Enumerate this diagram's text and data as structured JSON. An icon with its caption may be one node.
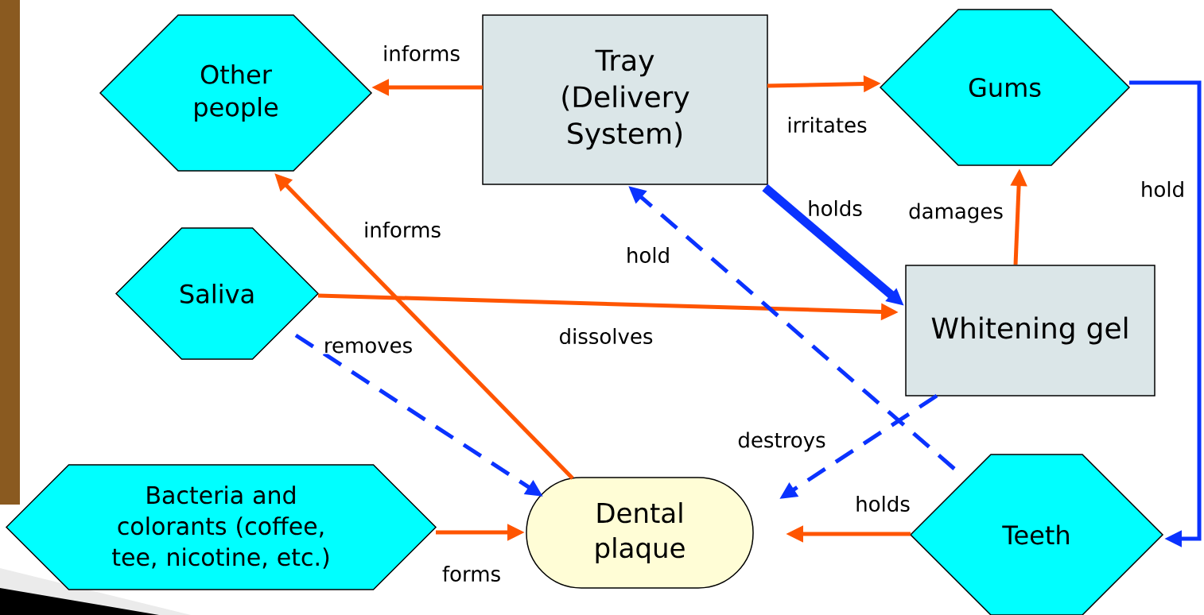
{
  "diagram": {
    "nodes": [
      {
        "text": [
          "Other people"
        ]
      },
      {
        "text": [
          "Tray (Delivery System)"
        ]
      },
      {
        "text": [
          "Gums"
        ]
      },
      {
        "text": [
          "Saliva"
        ]
      },
      {
        "text": [
          "Whitening gel"
        ]
      },
      {
        "text": [
          "Bacteria and colorants (coffee, tee, nicotine, etc.)"
        ]
      },
      {
        "text": [
          "Dental plaque"
        ]
      },
      {
        "text": [
          "Teeth"
        ]
      }
    ],
    "edges": [
      {
        "from": 1,
        "to": 0,
        "arrow": "to",
        "label": "informs"
      },
      {
        "from": 1,
        "to": 2,
        "arrow": "to",
        "label": "irritates"
      },
      {
        "from": 1,
        "to": 4,
        "arrow": "to",
        "label": "holds",
        "style": "thick",
        "color": "#0a32ff"
      },
      {
        "from": 6,
        "to": 0,
        "arrow": "to",
        "label": "informs"
      },
      {
        "from": 3,
        "to": 4,
        "arrow": "to",
        "label": "dissolves"
      },
      {
        "from": 3,
        "to": 6,
        "arrow": "to",
        "label": "removes",
        "style": "dashed",
        "color": "#0a32ff"
      },
      {
        "from": 7,
        "to": 1,
        "arrow": "to",
        "label": "hold",
        "style": "dashed",
        "color": "#0a32ff"
      },
      {
        "from": 4,
        "to": 2,
        "arrow": "to",
        "label": "damages"
      },
      {
        "from": 2,
        "to": 7,
        "arrow": "to",
        "label": "hold",
        "color": "#0a32ff"
      },
      {
        "from": 4,
        "to": 6,
        "arrow": "to",
        "label": "destroys",
        "style": "dashed",
        "color": "#0a32ff"
      },
      {
        "from": 5,
        "to": 6,
        "arrow": "to",
        "label": "forms"
      },
      {
        "from": 7,
        "to": 6,
        "arrow": "to",
        "label": "holds"
      }
    ]
  }
}
